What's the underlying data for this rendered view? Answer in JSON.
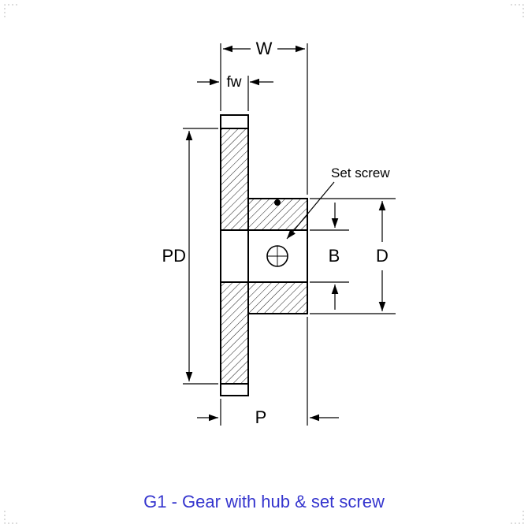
{
  "diagram": {
    "labels": {
      "overall_width": "W",
      "face_width": "fw",
      "pitch_diameter": "PD",
      "bore": "B",
      "hub_diameter": "D",
      "hub_projection": "P",
      "set_screw": "Set screw"
    },
    "caption": "G1 - Gear with hub & set screw",
    "colors": {
      "line": "#000000",
      "caption_text": "#3535CE",
      "background": "#FFFFFF"
    }
  }
}
